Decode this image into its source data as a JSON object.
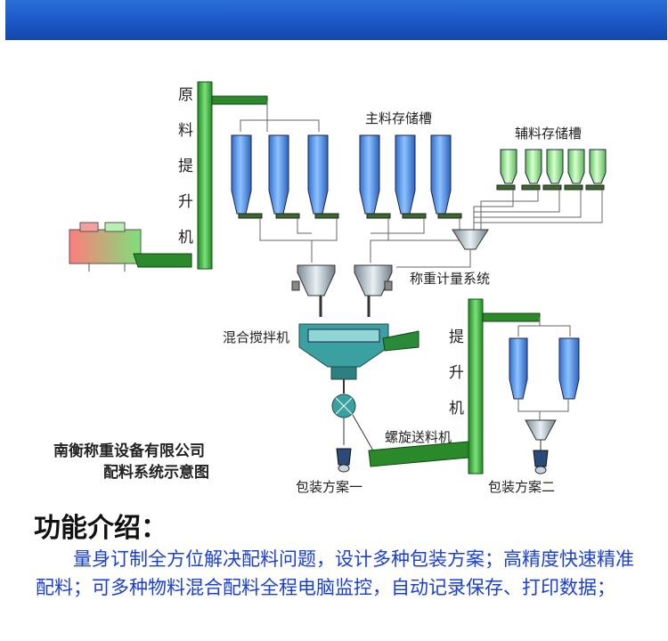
{
  "diagram": {
    "labels": {
      "raw_elevator": [
        "原",
        "料",
        "提",
        "升",
        "机"
      ],
      "main_storage": "主料存储槽",
      "aux_storage": "辅料存储槽",
      "weighing_system": "称重计量系统",
      "mixer": "混合搅拌机",
      "elevator": [
        "提",
        "升",
        "机"
      ],
      "screw_conveyor": "螺旋送料机",
      "packaging_one": "包装方案一",
      "packaging_two": "包装方案二",
      "company_name": "南衡称重设备有限公司",
      "diagram_caption": "配料系统示意图"
    },
    "colors": {
      "banner": "#1a56c4",
      "silo_blue": "#4a8fe0",
      "silo_green": "#9fe28a",
      "elevator_green": "#3aa838",
      "intro_text": "#1a3fd8"
    }
  },
  "intro": {
    "title": "功能介绍：",
    "body": "量身订制全方位解决配料问题，设计多种包装方案；高精度快速精准配料；可多种物料混合配料全程电脑监控，自动记录保存、打印数据；"
  }
}
